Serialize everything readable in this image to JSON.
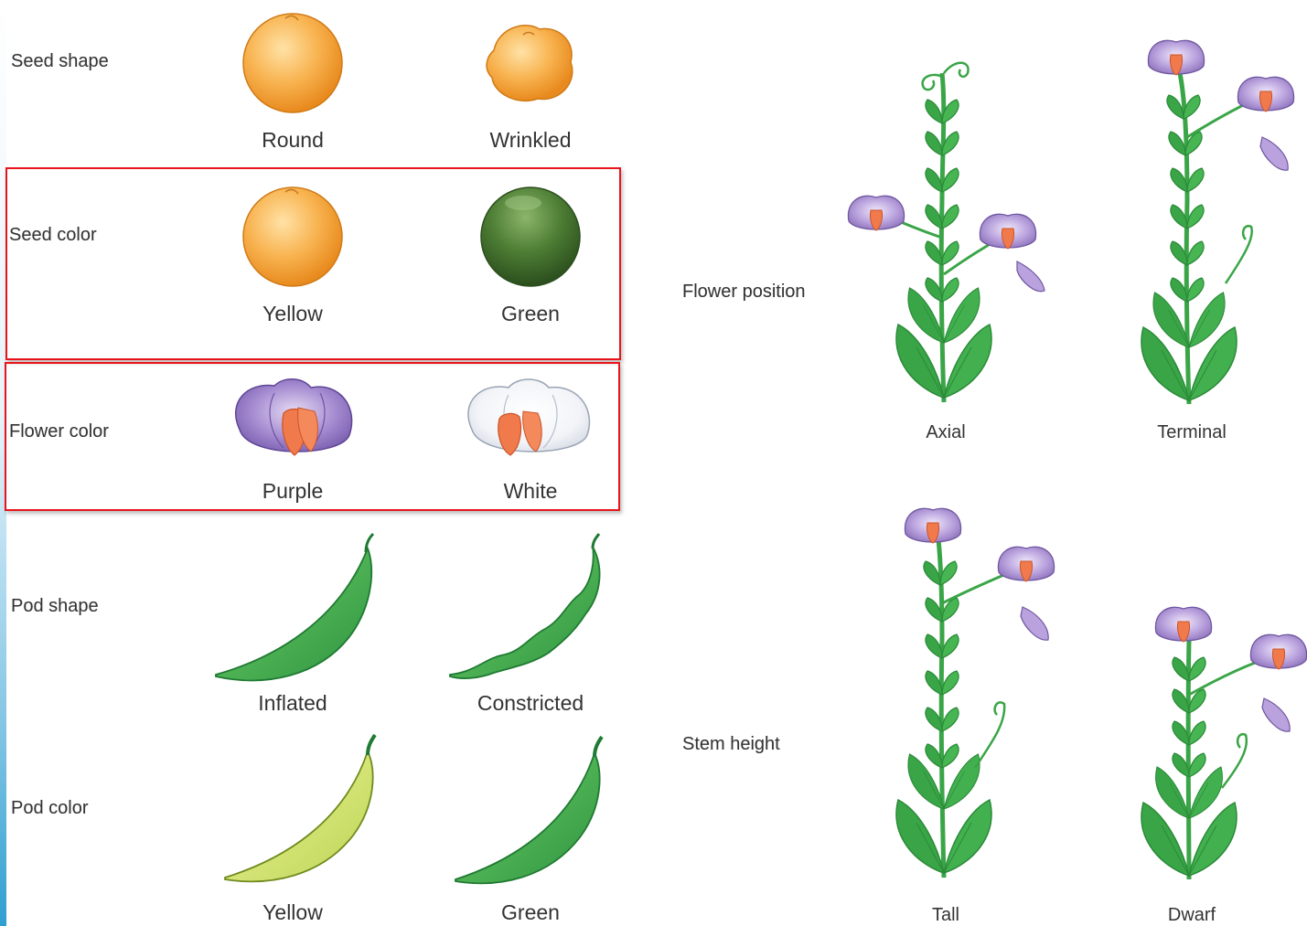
{
  "left_panel": {
    "rows": [
      {
        "label": "Seed shape",
        "variants": [
          "Round",
          "Wrinkled"
        ]
      },
      {
        "label": "Seed color",
        "variants": [
          "Yellow",
          "Green"
        ]
      },
      {
        "label": "Flower color",
        "variants": [
          "Purple",
          "White"
        ]
      },
      {
        "label": "Pod shape",
        "variants": [
          "Inflated",
          "Constricted"
        ]
      },
      {
        "label": "Pod color",
        "variants": [
          "Yellow",
          "Green"
        ]
      }
    ]
  },
  "right_panel": {
    "traits": [
      {
        "label": "Flower position",
        "variants": [
          "Axial",
          "Terminal"
        ]
      },
      {
        "label": "Stem height",
        "variants": [
          "Tall",
          "Dwarf"
        ]
      }
    ]
  },
  "colors": {
    "highlight_border": "#e8141b",
    "seed_yellow": "#f6a53c",
    "seed_green": "#3f6e2c",
    "pod_green": "#3fae4a",
    "pod_yellow": "#cfe36a",
    "flower_purple": "#9b7fc7",
    "stamen_orange": "#f07a4c",
    "leaf_green": "#3aa547"
  }
}
